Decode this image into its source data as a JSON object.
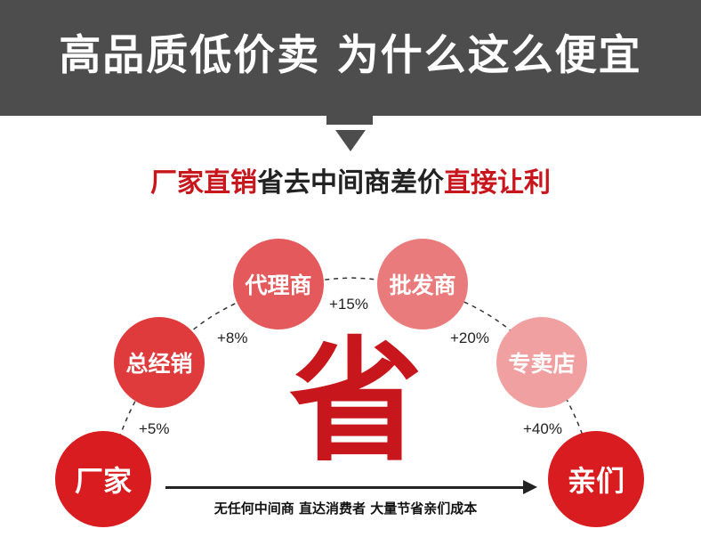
{
  "header": {
    "title": "高品质低价卖 为什么这么便宜"
  },
  "subtitle": {
    "part1": "厂家直销",
    "part2": "省去中间商差价",
    "part3": "直接让利"
  },
  "nodes": [
    {
      "label": "厂家",
      "color": "#d91c1f"
    },
    {
      "label": "总经销",
      "color": "#df3b3d"
    },
    {
      "label": "代理商",
      "color": "#e45a5c"
    },
    {
      "label": "批发商",
      "color": "#ea7b7c"
    },
    {
      "label": "专卖店",
      "color": "#f0a0a1"
    },
    {
      "label": "亲们",
      "color": "#d91c1f"
    }
  ],
  "markups": [
    "+5%",
    "+8%",
    "+15%",
    "+20%",
    "+40%"
  ],
  "center_char": "省",
  "flow_text": "无任何中间商 直达消费者 大量节省亲们成本",
  "colors": {
    "accent": "#c8161d",
    "banner": "#4d4d4d"
  }
}
